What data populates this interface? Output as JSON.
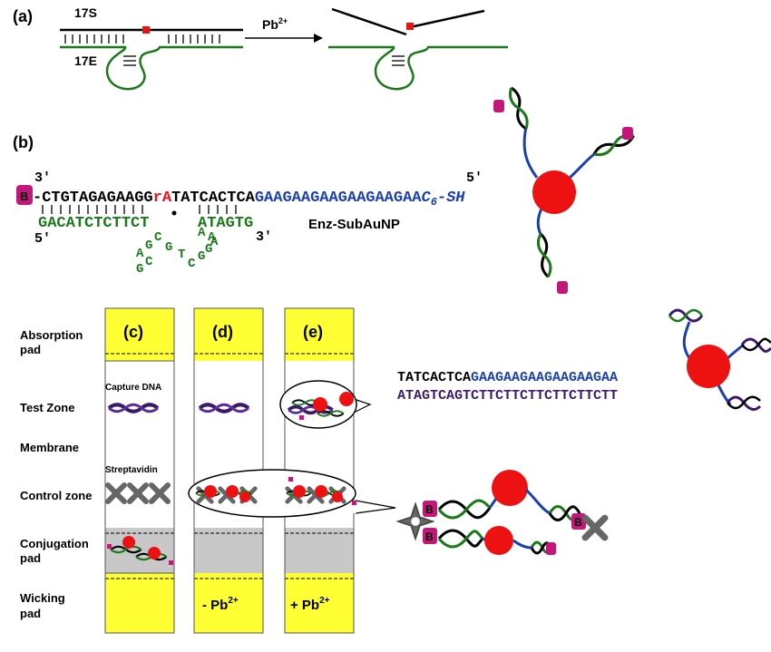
{
  "panel_a": {
    "label": "(a)",
    "strand_top": "17S",
    "strand_bottom": "17E",
    "reagent": "Pb",
    "reagent_charge": "2+"
  },
  "panel_b": {
    "label": "(b)",
    "end_3_top": "3'",
    "end_5_top": "5'",
    "end_5_bottom": "5'",
    "end_3_bottom": "3'",
    "biotin": "B",
    "seq_black_1": "-CTGTAGAGAAGG",
    "seq_red": "rA",
    "seq_black_2": "TATCACTCA",
    "seq_blue": "GAAGAAGAAGAAGAAGAA",
    "seq_modifier": "C",
    "seq_modifier_sub": "6",
    "seq_modifier_end": "-SH",
    "enzyme_left": "GACATCTCTTCT",
    "enzyme_right": "ATAGTG",
    "loop_letters": [
      "A",
      "G",
      "C",
      "C",
      "G",
      "G",
      "T",
      "C",
      "G",
      "A",
      "A",
      "G",
      "A"
    ],
    "conjugate_name": "Enz-SubAuNP"
  },
  "strip": {
    "zone_labels": {
      "absorption": [
        "Absorption",
        "pad"
      ],
      "test": "Test Zone",
      "membrane": "Membrane",
      "control": "Control zone",
      "conjugation": [
        "Conjugation",
        "pad"
      ],
      "wicking": [
        "Wicking",
        "pad"
      ]
    },
    "capture_dna": "Capture DNA",
    "streptavidin": "Streptavidin",
    "strip_c_label": "(c)",
    "strip_d_label": "(d)",
    "strip_e_label": "(e)",
    "strip_d_condition": "- Pb",
    "strip_e_condition": "+ Pb",
    "condition_charge": "2+"
  },
  "right_panel": {
    "seq_top_black": "TATCACTCA",
    "seq_top_blue": "GAAGAAGAAGAAGAAGAA",
    "seq_bottom": "ATAGTCAGTCTTCTTCTTCTTCTTCTT",
    "biotin": "B"
  },
  "colors": {
    "green": "#1a7a1a",
    "red_np": "#ee1111",
    "blue": "#1a3fb0",
    "purple": "#3b1a6e",
    "magenta": "#c2187a",
    "yellow": "#ffff33",
    "gray_pad": "#c8c8c8",
    "streptavidin_gray": "#666666"
  }
}
